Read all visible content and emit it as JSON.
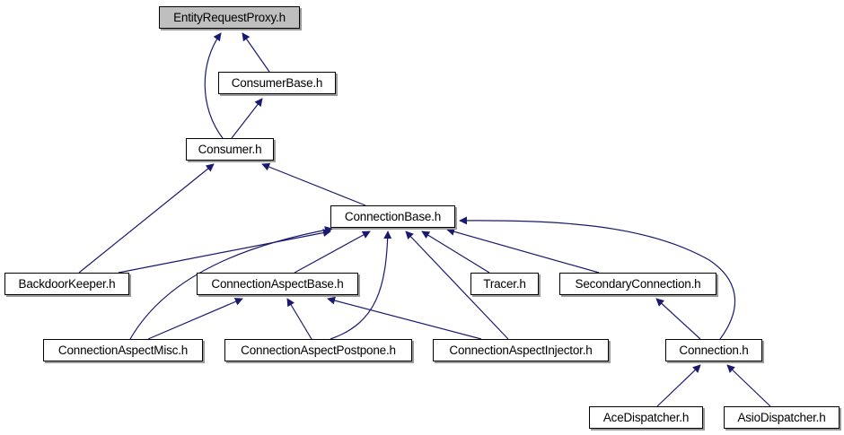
{
  "graph": {
    "title": "Include dependency graph",
    "edge_color": "#191970",
    "root_fill": "#bfbfbf",
    "nodes": [
      {
        "id": "erp",
        "label": "EntityRequestProxy.h",
        "root": true
      },
      {
        "id": "cb",
        "label": "ConsumerBase.h"
      },
      {
        "id": "cons",
        "label": "Consumer.h"
      },
      {
        "id": "connb",
        "label": "ConnectionBase.h"
      },
      {
        "id": "bk",
        "label": "BackdoorKeeper.h"
      },
      {
        "id": "cab",
        "label": "ConnectionAspectBase.h"
      },
      {
        "id": "tr",
        "label": "Tracer.h"
      },
      {
        "id": "sc",
        "label": "SecondaryConnection.h"
      },
      {
        "id": "cam",
        "label": "ConnectionAspectMisc.h"
      },
      {
        "id": "cap",
        "label": "ConnectionAspectPostpone.h"
      },
      {
        "id": "cai",
        "label": "ConnectionAspectInjector.h"
      },
      {
        "id": "conn",
        "label": "Connection.h"
      },
      {
        "id": "ace",
        "label": "AceDispatcher.h"
      },
      {
        "id": "asio",
        "label": "AsioDispatcher.h"
      }
    ],
    "edges": [
      {
        "from": "cb",
        "to": "erp"
      },
      {
        "from": "cons",
        "to": "erp"
      },
      {
        "from": "cons",
        "to": "cb"
      },
      {
        "from": "bk",
        "to": "cons"
      },
      {
        "from": "connb",
        "to": "cons"
      },
      {
        "from": "bk",
        "to": "connb"
      },
      {
        "from": "cam",
        "to": "connb"
      },
      {
        "from": "cab",
        "to": "connb"
      },
      {
        "from": "cap",
        "to": "connb"
      },
      {
        "from": "cai",
        "to": "connb"
      },
      {
        "from": "tr",
        "to": "connb"
      },
      {
        "from": "sc",
        "to": "connb"
      },
      {
        "from": "conn",
        "to": "connb"
      },
      {
        "from": "cam",
        "to": "cab"
      },
      {
        "from": "cap",
        "to": "cab"
      },
      {
        "from": "cai",
        "to": "cab"
      },
      {
        "from": "conn",
        "to": "sc"
      },
      {
        "from": "ace",
        "to": "conn"
      },
      {
        "from": "asio",
        "to": "conn"
      }
    ]
  }
}
